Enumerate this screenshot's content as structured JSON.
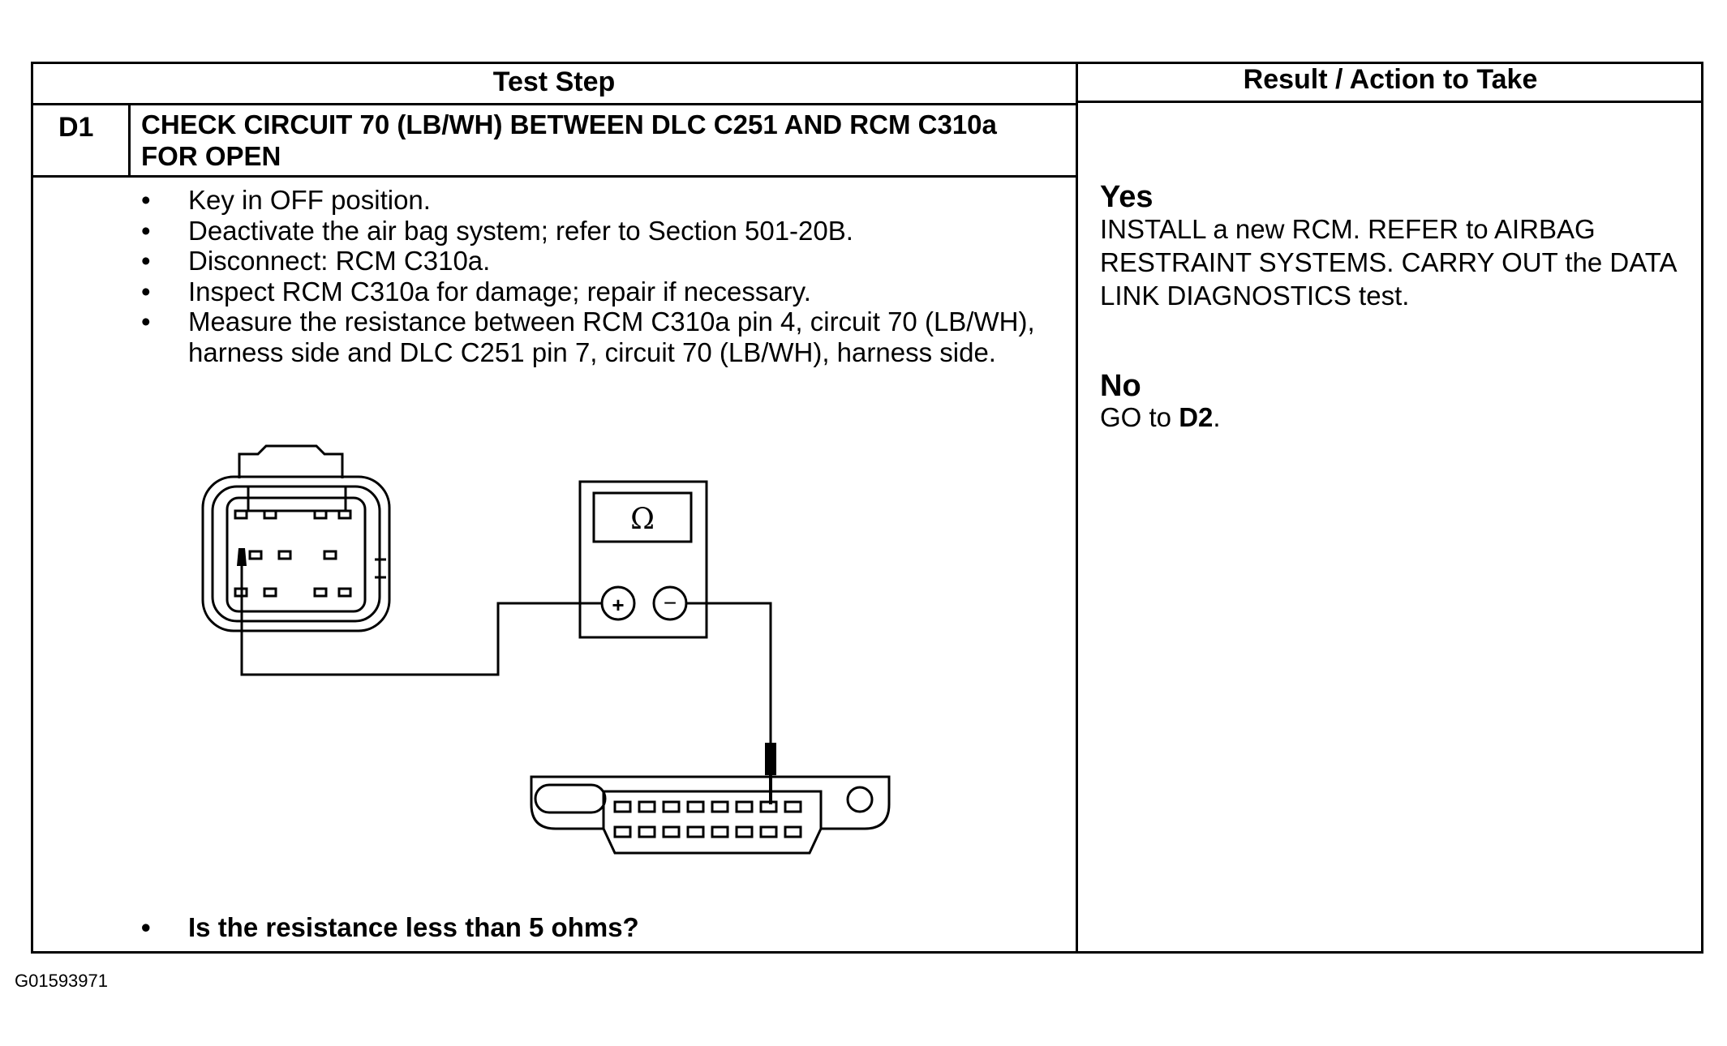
{
  "table": {
    "header_test_step": "Test Step",
    "header_result": "Result / Action to Take"
  },
  "step": {
    "id": "D1",
    "title": "CHECK CIRCUIT 70 (LB/WH) BETWEEN DLC C251 AND RCM C310a FOR OPEN",
    "bullets": [
      "Key in OFF position.",
      "Deactivate the air bag system; refer to Section 501-20B.",
      "Disconnect: RCM C310a.",
      "Inspect RCM C310a for damage; repair if necessary.",
      "Measure the resistance between RCM C310a pin 4, circuit 70 (LB/WH), harness side and DLC C251 pin 7, circuit 70 (LB/WH), harness side."
    ],
    "question": "Is the resistance less than 5 ohms?"
  },
  "diagram": {
    "meter_symbol": "Ω",
    "plus_symbol": "+",
    "minus_symbol": "−"
  },
  "results": {
    "yes_label": "Yes",
    "yes_action": "INSTALL a new RCM. REFER to AIRBAG RESTRAINT SYSTEMS. CARRY OUT the DATA LINK DIAGNOSTICS test.",
    "no_label": "No",
    "no_action_prefix": "GO to ",
    "no_action_target": "D2",
    "no_action_suffix": "."
  },
  "figure_id": "G01593971"
}
